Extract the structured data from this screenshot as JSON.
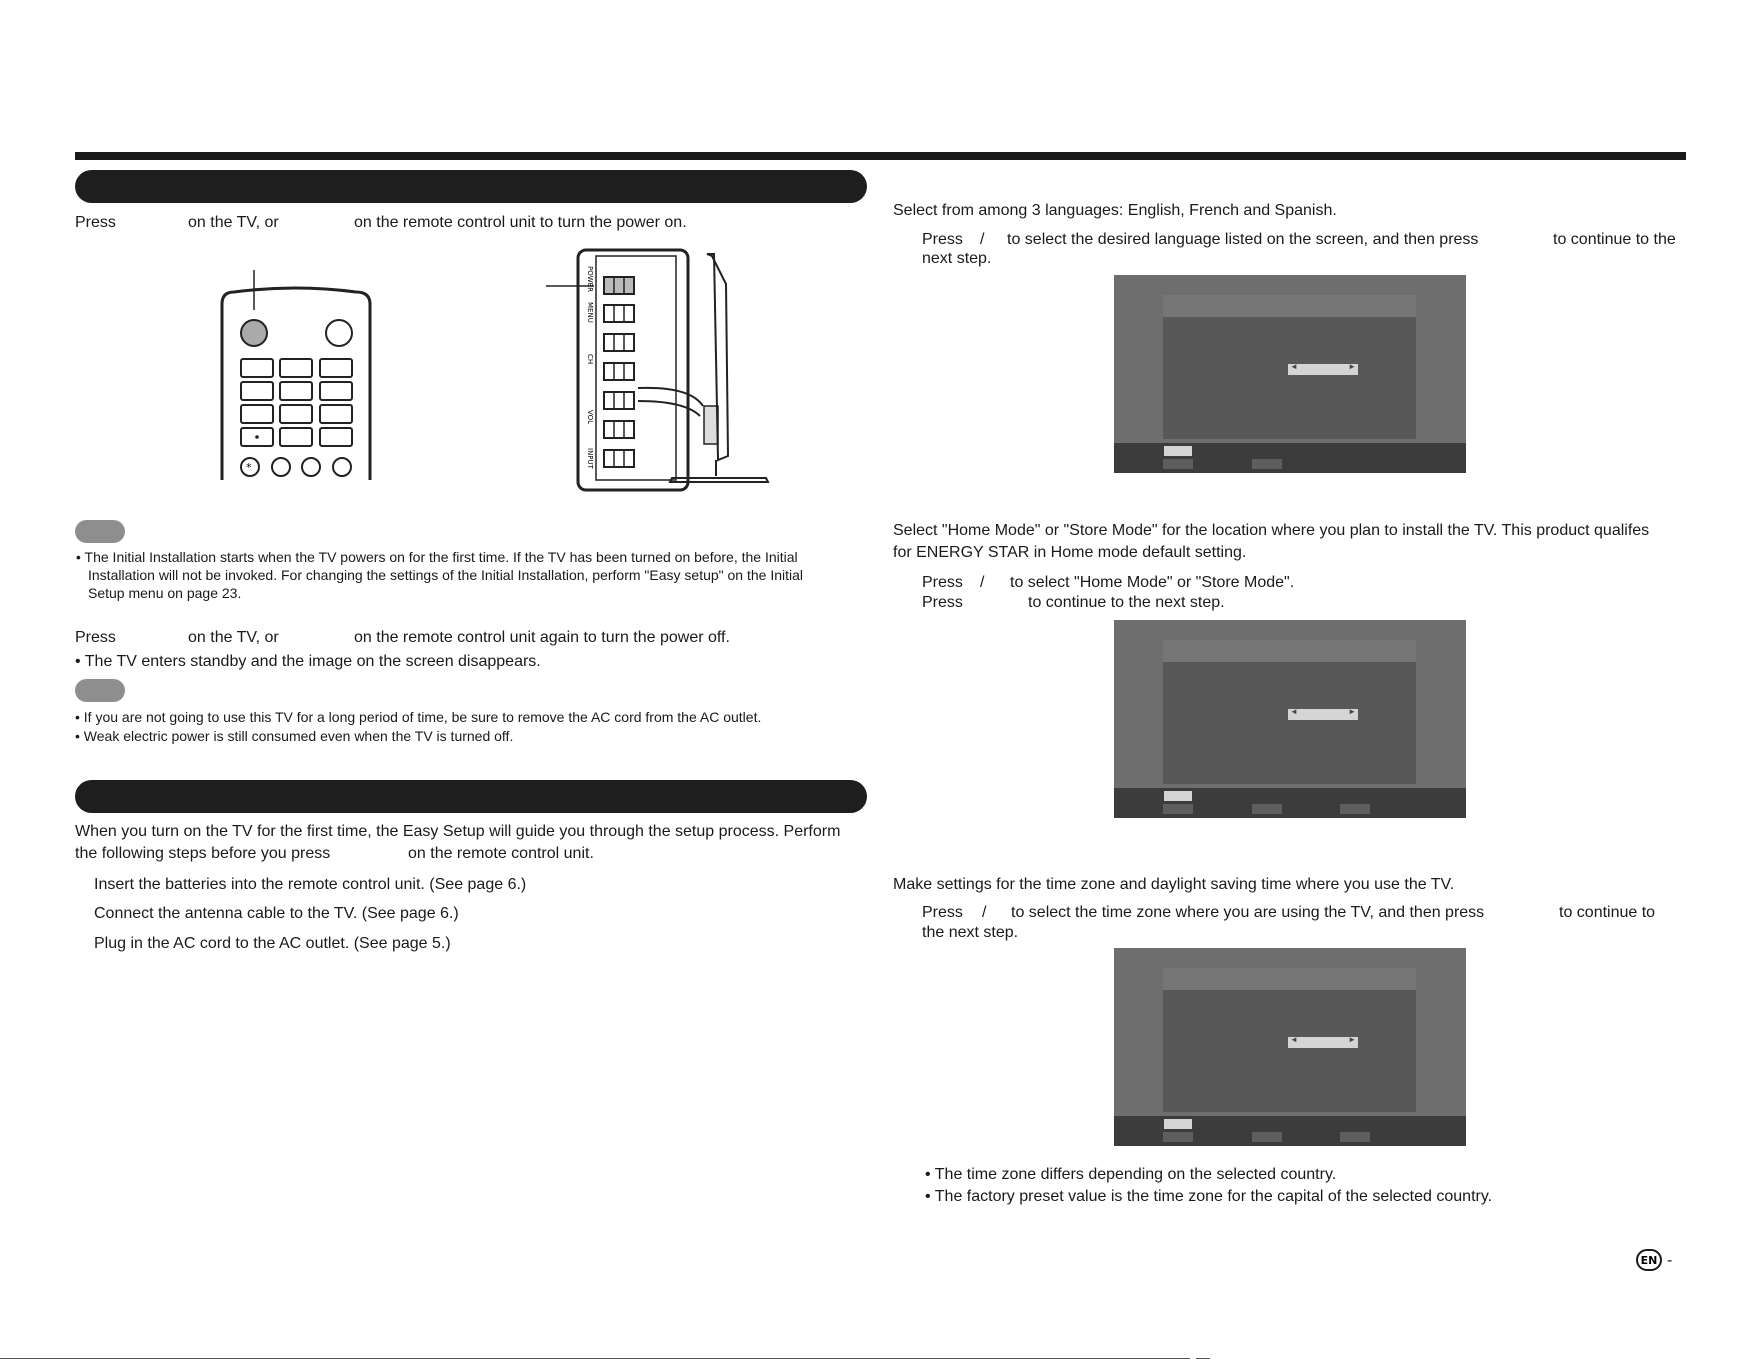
{
  "left": {
    "p1": {
      "press": "Press",
      "tv": "on the TV, or",
      "remote": "on the remote control unit to turn the power on."
    },
    "note1": [
      "The Initial Installation starts when the TV powers on for the first time. If the TV has been turned on before, the Initial",
      "Installation will not be invoked. For changing the settings of the Initial Installation, perform \"Easy setup\" on the Initial",
      "Setup menu on page 23."
    ],
    "p2": {
      "press": "Press",
      "tv": "on the TV, or",
      "remote": "on the remote control unit again to turn the power off."
    },
    "p2_bullet": "The TV enters standby and the image on the screen disappears.",
    "note2": [
      "If you are not going to use this TV for a long period of time, be sure to remove the AC cord from the AC outlet.",
      "Weak electric power is still consumed even when the TV is turned off."
    ],
    "setup_intro": [
      "When you turn on the TV for the first time, the Easy Setup will guide you through the setup process. Perform",
      "the following steps before you press",
      "on the remote control unit."
    ],
    "steps": [
      "Insert the batteries into the remote control unit. (See page  6.)",
      "Connect the antenna cable to the TV. (See page  6.)",
      "Plug in the AC cord to the AC outlet. (See page  5.)"
    ],
    "tv_labels": [
      "POWER",
      "MENU",
      "CH",
      "VOL",
      "INPUT"
    ]
  },
  "right": {
    "lang_intro": "Select from among 3 languages: English, French and Spanish.",
    "lang_step": {
      "press": "Press",
      "slash": "/",
      "text": "to select the desired language listed on the screen, and then press",
      "cont": "to continue to the",
      "next": "next step."
    },
    "loc_intro": [
      "Select \"Home Mode\" or \"Store Mode\" for the location where you plan to install the TV. This product qualifes",
      "for ENERGY STAR in Home mode default setting."
    ],
    "loc_step1": {
      "press": "Press",
      "slash": "/",
      "text": "to select \"Home Mode\" or \"Store Mode\"."
    },
    "loc_step2": {
      "press": "Press",
      "text": "to continue to the next step."
    },
    "tz_intro": "Make settings for the time zone and daylight saving time where you use the TV.",
    "tz_step": {
      "press": "Press",
      "slash": "/",
      "text": "to select the time zone where you are using the TV, and then press",
      "cont": "to continue to",
      "next": "the next step."
    },
    "tz_bullets": [
      "The time zone differs depending on the selected country.",
      "The factory preset value is the time zone for the capital of the selected country."
    ]
  },
  "footer": {
    "badge": "EN",
    "dash": "-"
  }
}
